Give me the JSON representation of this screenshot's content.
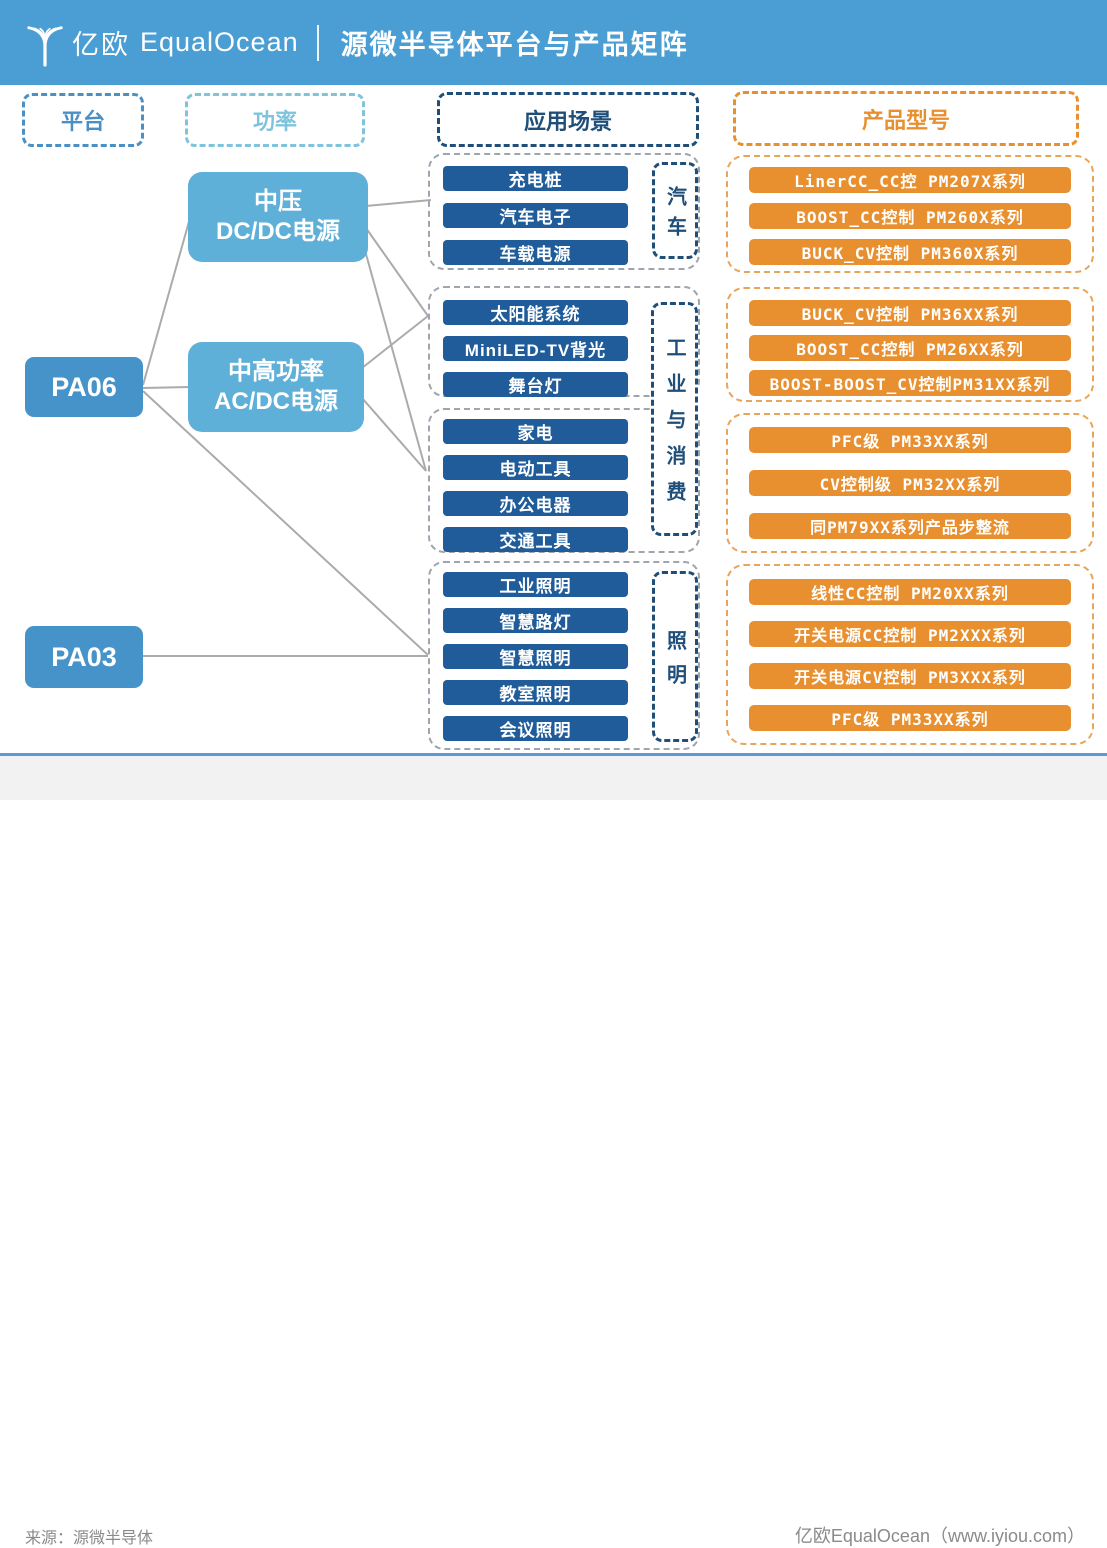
{
  "header": {
    "logo_cn": "亿欧",
    "logo_en": "EqualOcean",
    "title": "源微半导体平台与产品矩阵"
  },
  "column_headers": {
    "platform": "平台",
    "power": "功率",
    "application": "应用场景",
    "product": "产品型号"
  },
  "platforms": {
    "pa06": "PA06",
    "pa03": "PA03"
  },
  "power_boxes": {
    "dcdc": "中压\nDC/DC电源",
    "acdc": "中高功率\nAC/DC电源"
  },
  "app_groups": [
    {
      "items": [
        "充电桩",
        "汽车电子",
        "车载电源"
      ]
    },
    {
      "items": [
        "太阳能系统",
        "MiniLED-TV背光",
        "舞台灯"
      ]
    },
    {
      "items": [
        "家电",
        "电动工具",
        "办公电器",
        "交通工具"
      ]
    },
    {
      "items": [
        "工业照明",
        "智慧路灯",
        "智慧照明",
        "教室照明",
        "会议照明"
      ]
    }
  ],
  "scenario_labels": {
    "automotive": "汽车",
    "industrial_consumer": "工业与消费",
    "lighting": "照明"
  },
  "product_groups": [
    {
      "items": [
        "LinerCC_CC控 PM207X系列",
        "BOOST_CC控制 PM260X系列",
        "BUCK_CV控制 PM360X系列"
      ]
    },
    {
      "items": [
        "BUCK_CV控制 PM36XX系列",
        "BOOST_CC控制 PM26XX系列",
        "BOOST-BOOST_CV控制PM31XX系列"
      ]
    },
    {
      "items": [
        "PFC级 PM33XX系列",
        "CV控制级 PM32XX系列",
        "同PM79XX系列产品步整流"
      ]
    },
    {
      "items": [
        "线性CC控制 PM20XX系列",
        "开关电源CC控制 PM2XXX系列",
        "开关电源CV控制 PM3XXX系列",
        "PFC级 PM33XX系列"
      ]
    }
  ],
  "connections": [
    {
      "from": "PA06",
      "to": "中压DC/DC电源"
    },
    {
      "from": "PA06",
      "to": "中高功率AC/DC电源"
    },
    {
      "from": "PA06",
      "to": "照明组"
    },
    {
      "from": "PA03",
      "to": "照明组"
    },
    {
      "from": "中压DC/DC电源",
      "to": "汽车组"
    },
    {
      "from": "中压DC/DC电源",
      "to": "工业组上"
    },
    {
      "from": "中压DC/DC电源",
      "to": "消费组下"
    },
    {
      "from": "中高功率AC/DC电源",
      "to": "工业组上"
    },
    {
      "from": "中高功率AC/DC电源",
      "to": "消费组下"
    }
  ],
  "footer": {
    "source": "来源：源微半导体",
    "credit": "亿欧EqualOcean（www.iyiou.com）"
  },
  "colors": {
    "header_bg": "#4a9ed3",
    "platform_box": "#4593c8",
    "power_box": "#5fb0d8",
    "app_pill": "#1f5c99",
    "navy": "#1f4e79",
    "orange": "#e8902f",
    "platform_header": "#4a90c5",
    "power_header": "#7fc3dc",
    "connector_gray": "#ababab",
    "footer_rule": "#5b9bd5"
  }
}
